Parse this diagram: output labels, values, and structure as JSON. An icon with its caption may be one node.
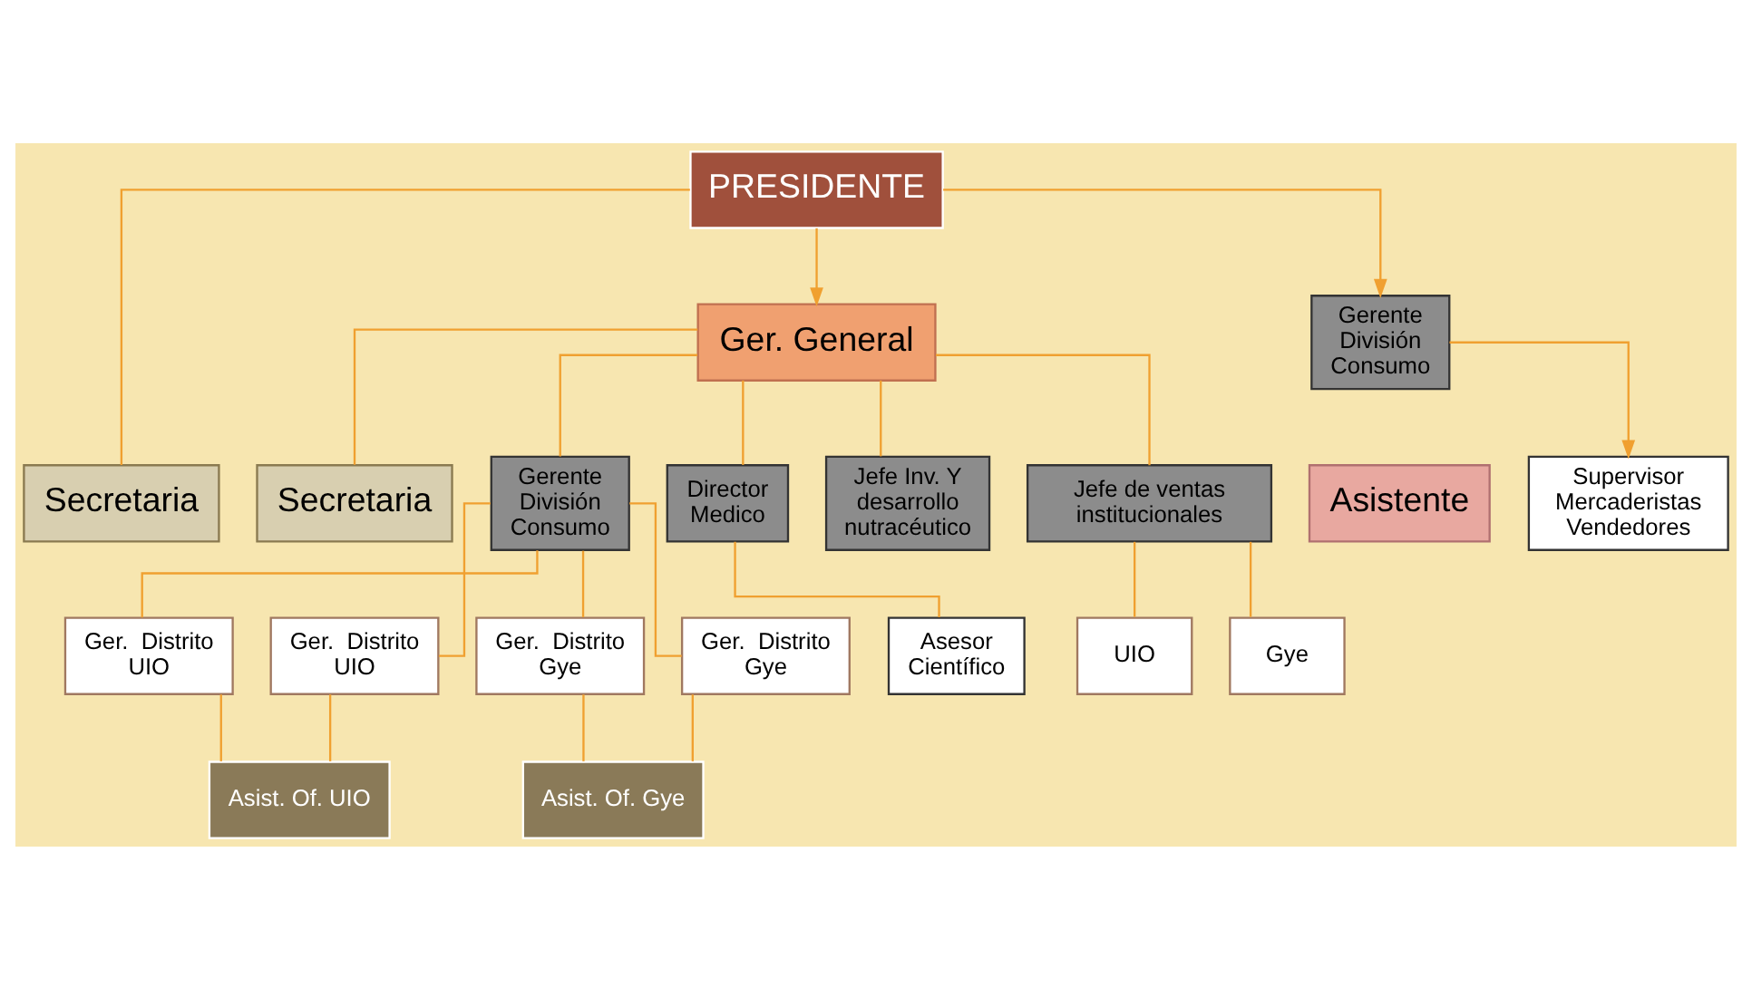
{
  "diagram": {
    "nodes": [
      {
        "text": [
          "PRESIDENTE"
        ]
      },
      {
        "text": [
          "Secretaria"
        ]
      },
      {
        "text": [
          "Ger. General"
        ]
      },
      {
        "text": [
          "Secretaria"
        ]
      },
      {
        "text": [
          "Gerente División Consumo"
        ]
      },
      {
        "text": [
          "Supervisor Mercaderistas Vendedores"
        ]
      },
      {
        "text": [
          "Gerente División Consumo"
        ]
      },
      {
        "text": [
          "Director Medico"
        ]
      },
      {
        "text": [
          "Jefe Inv. Y desarrollo nutracéutico"
        ]
      },
      {
        "text": [
          "Asesor Científico"
        ]
      },
      {
        "text": [
          "Jefe de ventas institucionales"
        ]
      },
      {
        "text": [
          "Asistente"
        ]
      },
      {
        "text": [
          "Ger.  Distrito UIO"
        ]
      },
      {
        "text": [
          "Ger.  Distrito UIO"
        ]
      },
      {
        "text": [
          "Ger.  Distrito Gye"
        ]
      },
      {
        "text": [
          "Ger.  Distrito Gye"
        ]
      },
      {
        "text": [
          "Asist. Of. UIO"
        ]
      },
      {
        "text": [
          "Asist. Of. Gye"
        ]
      },
      {
        "text": [
          "UIO"
        ]
      },
      {
        "text": [
          "Gye"
        ]
      }
    ],
    "edges": [
      {
        "from": 0,
        "to": 4,
        "arrow": "to"
      },
      {
        "from": 0,
        "to": 1,
        "arrow": "none"
      },
      {
        "from": 0,
        "to": 2,
        "arrow": "to"
      },
      {
        "from": 2,
        "to": 3,
        "arrow": "none"
      },
      {
        "from": 2,
        "to": 6,
        "arrow": "none"
      },
      {
        "from": 2,
        "to": 10,
        "arrow": "none"
      },
      {
        "from": 2,
        "to": 7,
        "arrow": "none"
      },
      {
        "from": 2,
        "to": 8,
        "arrow": "none"
      },
      {
        "from": 4,
        "to": 5,
        "arrow": "to"
      },
      {
        "from": 6,
        "to": 12,
        "arrow": "none"
      },
      {
        "from": 6,
        "to": 13,
        "arrow": "none"
      },
      {
        "from": 6,
        "to": 14,
        "arrow": "none"
      },
      {
        "from": 6,
        "to": 15,
        "arrow": "none"
      },
      {
        "from": 7,
        "to": 9,
        "arrow": "none"
      },
      {
        "from": 12,
        "to": 16,
        "arrow": "none"
      },
      {
        "from": 13,
        "to": 16,
        "arrow": "none"
      },
      {
        "from": 14,
        "to": 17,
        "arrow": "none"
      },
      {
        "from": 15,
        "to": 17,
        "arrow": "none"
      },
      {
        "from": 10,
        "to": 18,
        "arrow": "none"
      },
      {
        "from": 10,
        "to": 19,
        "arrow": "none"
      }
    ]
  }
}
